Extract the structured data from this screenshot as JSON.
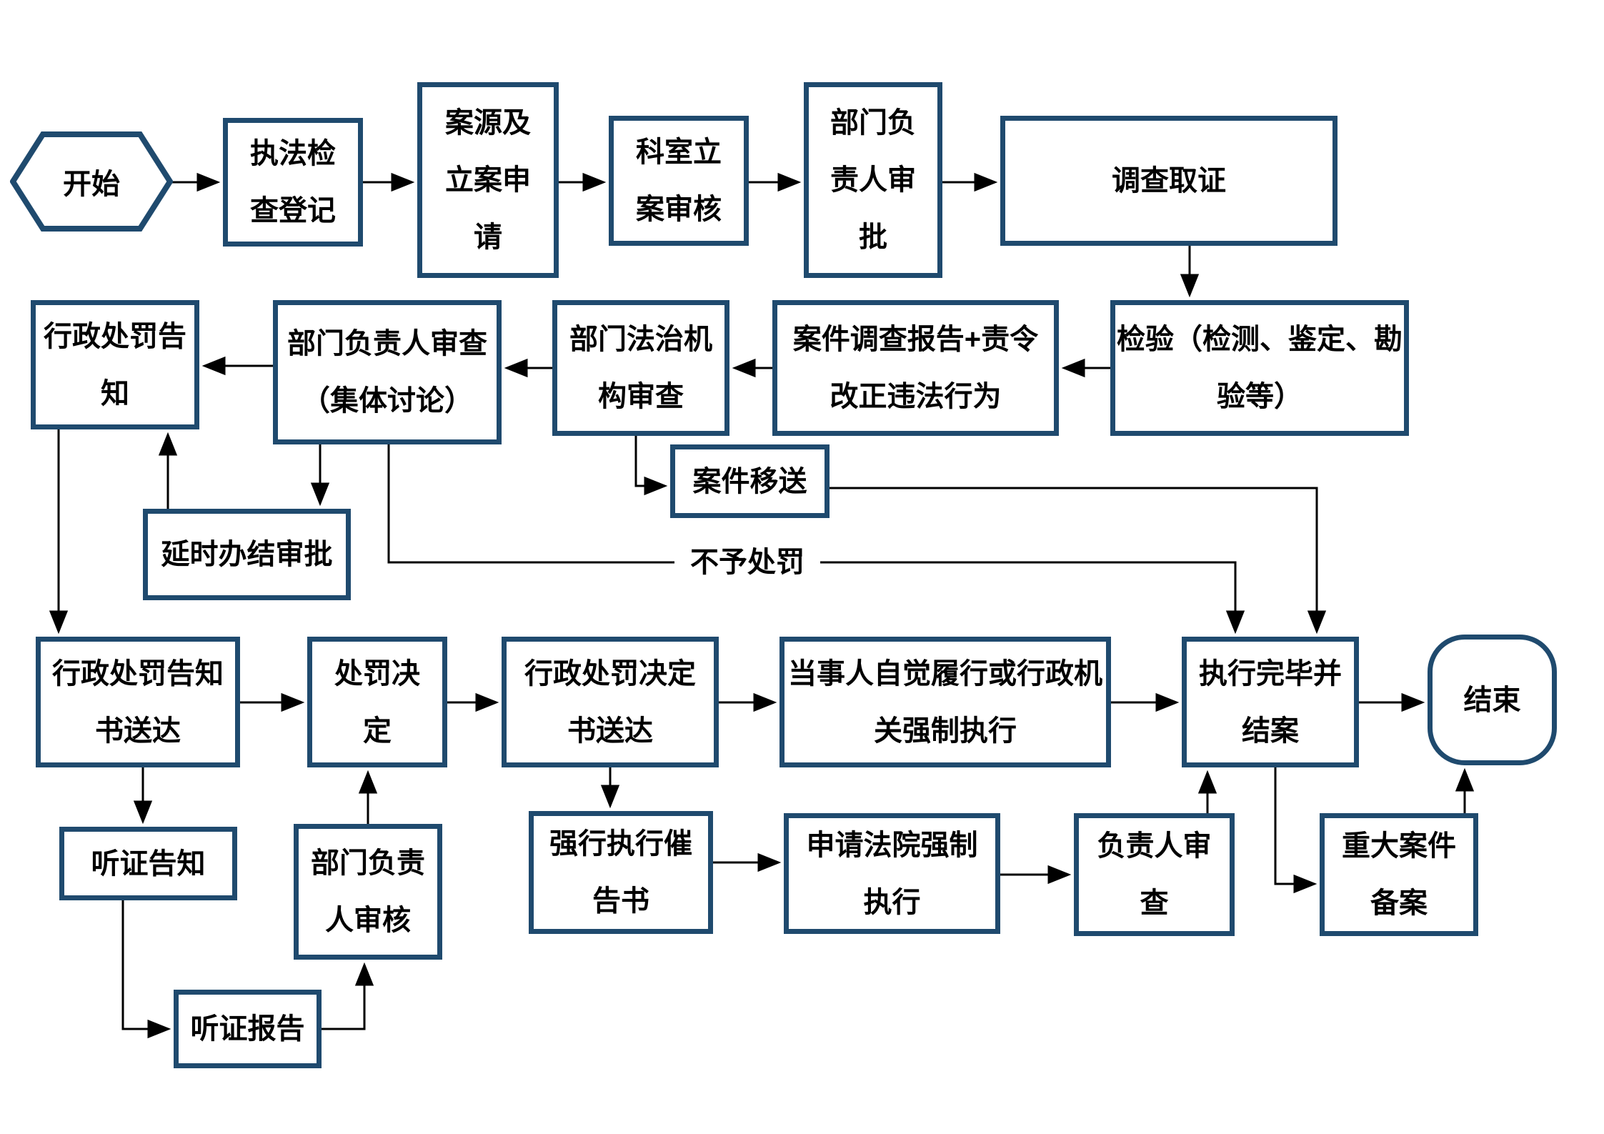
{
  "diagram": {
    "accent_color": "#1f4a6e",
    "line_color": "#000000",
    "nodes": {
      "start": {
        "label": "开始",
        "shape": "hexagon"
      },
      "enforcementCheck": {
        "label": "执法检\n查登记",
        "shape": "rect"
      },
      "caseSource": {
        "label": "案源及\n立案申\n请",
        "shape": "rect"
      },
      "sectionReview": {
        "label": "科室立\n案审核",
        "shape": "rect"
      },
      "deptApproval": {
        "label": "部门负\n责人审\n批",
        "shape": "rect"
      },
      "investigate": {
        "label": "调查取证",
        "shape": "rect"
      },
      "inspection": {
        "label": "检验（检测、鉴定、勘\n验等）",
        "shape": "rect"
      },
      "report": {
        "label": "案件调查报告+责令\n改正违法行为",
        "shape": "rect"
      },
      "legalReview": {
        "label": "部门法治机\n构审查",
        "shape": "rect"
      },
      "deptReview": {
        "label": "部门负责人审查\n（集体讨论）",
        "shape": "rect"
      },
      "penaltyNotice": {
        "label": "行政处罚告\n知",
        "shape": "rect"
      },
      "caseTransfer": {
        "label": "案件移送",
        "shape": "rect"
      },
      "extension": {
        "label": "延时办结审批",
        "shape": "rect"
      },
      "noticeDelivery": {
        "label": "行政处罚告知\n书送达",
        "shape": "rect"
      },
      "decision": {
        "label": "处罚决\n定",
        "shape": "rect"
      },
      "decisionDelivery": {
        "label": "行政处罚决定\n书送达",
        "shape": "rect"
      },
      "voluntary": {
        "label": "当事人自觉履行或行政机\n关强制执行",
        "shape": "rect"
      },
      "executionClose": {
        "label": "执行完毕并\n结案",
        "shape": "rect"
      },
      "end": {
        "label": "结束",
        "shape": "terminator"
      },
      "hearingNotice": {
        "label": "听证告知",
        "shape": "rect"
      },
      "deptVerify": {
        "label": "部门负责\n人审核",
        "shape": "rect"
      },
      "reminder": {
        "label": "强行执行催\n告书",
        "shape": "rect"
      },
      "court": {
        "label": "申请法院强制\n执行",
        "shape": "rect"
      },
      "headReview": {
        "label": "负责人审\n查",
        "shape": "rect"
      },
      "majorCase": {
        "label": "重大案件\n备案",
        "shape": "rect"
      },
      "hearingReport": {
        "label": "听证报告",
        "shape": "rect"
      }
    },
    "labels": {
      "noPenalty": "不予处罚"
    },
    "edges": [
      {
        "from": "start",
        "to": "enforcementCheck"
      },
      {
        "from": "enforcementCheck",
        "to": "caseSource"
      },
      {
        "from": "caseSource",
        "to": "sectionReview"
      },
      {
        "from": "sectionReview",
        "to": "deptApproval"
      },
      {
        "from": "deptApproval",
        "to": "investigate"
      },
      {
        "from": "investigate",
        "to": "inspection"
      },
      {
        "from": "inspection",
        "to": "report"
      },
      {
        "from": "report",
        "to": "legalReview"
      },
      {
        "from": "legalReview",
        "to": "deptReview"
      },
      {
        "from": "deptReview",
        "to": "penaltyNotice"
      },
      {
        "from": "legalReview",
        "to": "caseTransfer"
      },
      {
        "from": "caseTransfer",
        "to": "executionClose"
      },
      {
        "from": "deptReview",
        "to": "executionClose",
        "label": "不予处罚"
      },
      {
        "from": "deptReview",
        "to": "extension"
      },
      {
        "from": "extension",
        "to": "penaltyNotice"
      },
      {
        "from": "penaltyNotice",
        "to": "noticeDelivery"
      },
      {
        "from": "noticeDelivery",
        "to": "decision"
      },
      {
        "from": "decision",
        "to": "decisionDelivery"
      },
      {
        "from": "decisionDelivery",
        "to": "voluntary"
      },
      {
        "from": "voluntary",
        "to": "executionClose"
      },
      {
        "from": "executionClose",
        "to": "end"
      },
      {
        "from": "noticeDelivery",
        "to": "hearingNotice"
      },
      {
        "from": "hearingNotice",
        "to": "hearingReport"
      },
      {
        "from": "hearingReport",
        "to": "deptVerify"
      },
      {
        "from": "deptVerify",
        "to": "decision"
      },
      {
        "from": "decisionDelivery",
        "to": "reminder"
      },
      {
        "from": "reminder",
        "to": "court"
      },
      {
        "from": "court",
        "to": "headReview"
      },
      {
        "from": "headReview",
        "to": "executionClose"
      },
      {
        "from": "executionClose",
        "to": "majorCase"
      },
      {
        "from": "majorCase",
        "to": "end"
      }
    ]
  }
}
